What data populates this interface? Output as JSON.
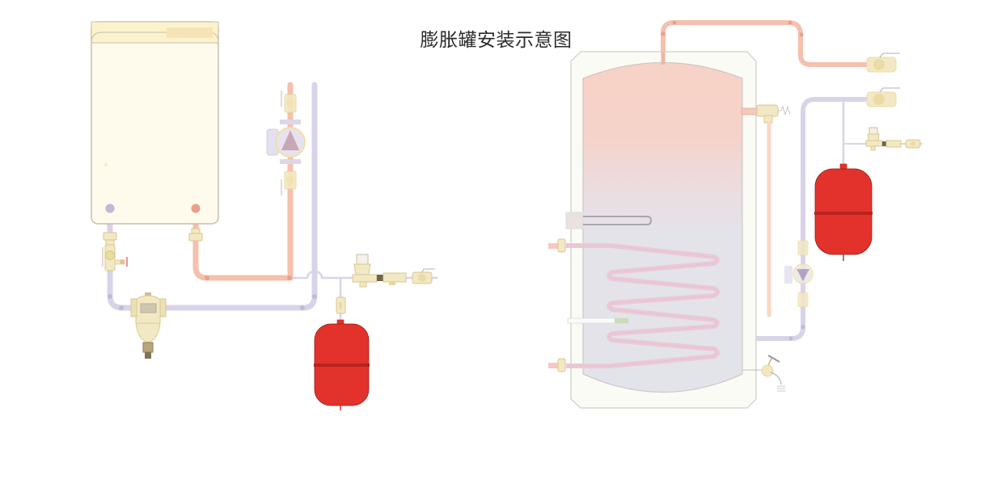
{
  "title": "膨胀罐安装示意图",
  "colors": {
    "hot_pipe": "#f5c0ae",
    "hot_pipe_dot": "#eba08c",
    "cold_pipe": "#d9d3ea",
    "cold_pipe_dot": "#c3bada",
    "fitting_fill": "#f2e8c4",
    "fitting_stroke": "#d8c98e",
    "expansion_tank": "#e3322b",
    "expansion_tank_band": "#b8231e",
    "boiler_fill": "#fefbec",
    "boiler_stroke": "#c9beaf",
    "cylinder_jacket": "#fbfbf5",
    "cylinder_stroke": "#d6d6cf",
    "cylinder_top": "#f7d2c6",
    "cylinder_bottom": "#e3e3ea",
    "coil": "#ebc9d6"
  },
  "left_system": {
    "components": [
      "wall-hung-boiler",
      "boiler-return-connection",
      "boiler-flow-connection",
      "return-isolation-valve",
      "dirt-separator",
      "circulation-pump",
      "pump-isolation-valves",
      "pressure-reducing-filling-valve",
      "filling-ball-valve",
      "expansion-tank-isolation-valve",
      "expansion-tank"
    ]
  },
  "right_system": {
    "components": [
      "indirect-hot-water-cylinder",
      "hot-water-outlet-pipe",
      "hot-water-ball-valve",
      "cold-inlet-ball-valve",
      "tmp-relief-valve",
      "immersion-heater",
      "heating-coil",
      "coil-flow-connection",
      "coil-return-connection",
      "thermostat-pocket",
      "secondary-return-pump",
      "expansion-tank",
      "filling-valve-assembly",
      "drain-valve"
    ]
  }
}
